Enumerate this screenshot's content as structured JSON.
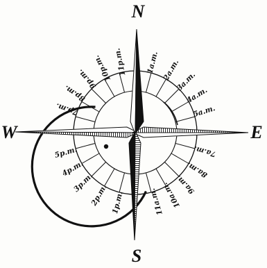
{
  "compass": {
    "north": "N",
    "south": "S",
    "east": "E",
    "west": "W"
  },
  "hours": [
    {
      "label": "1a.m.",
      "angle": 14
    },
    {
      "label": "2a.m.",
      "angle": 30
    },
    {
      "label": "3a.m.",
      "angle": 45
    },
    {
      "label": "4a.m.",
      "angle": 59
    },
    {
      "label": "5a.m.",
      "angle": 73
    },
    {
      "label": "7a.m.",
      "angle": 105
    },
    {
      "label": "8a.m.",
      "angle": 121
    },
    {
      "label": "9a.m.",
      "angle": 136
    },
    {
      "label": "10a.m.",
      "angle": 150
    },
    {
      "label": "11a.m.",
      "angle": 163
    },
    {
      "label": "1p.m.",
      "angle": 194
    },
    {
      "label": "2p.m.",
      "angle": 210
    },
    {
      "label": "3p.m.",
      "angle": 226
    },
    {
      "label": "4p.m.",
      "angle": 240
    },
    {
      "label": "5p.m.",
      "angle": 254
    },
    {
      "label": "7p.m.",
      "angle": 289
    },
    {
      "label": "8p.m.",
      "angle": 303
    },
    {
      "label": "9p.m.",
      "angle": 318
    },
    {
      "label": "10p.m.",
      "angle": 333
    },
    {
      "label": "11p.m.",
      "angle": 348
    }
  ]
}
